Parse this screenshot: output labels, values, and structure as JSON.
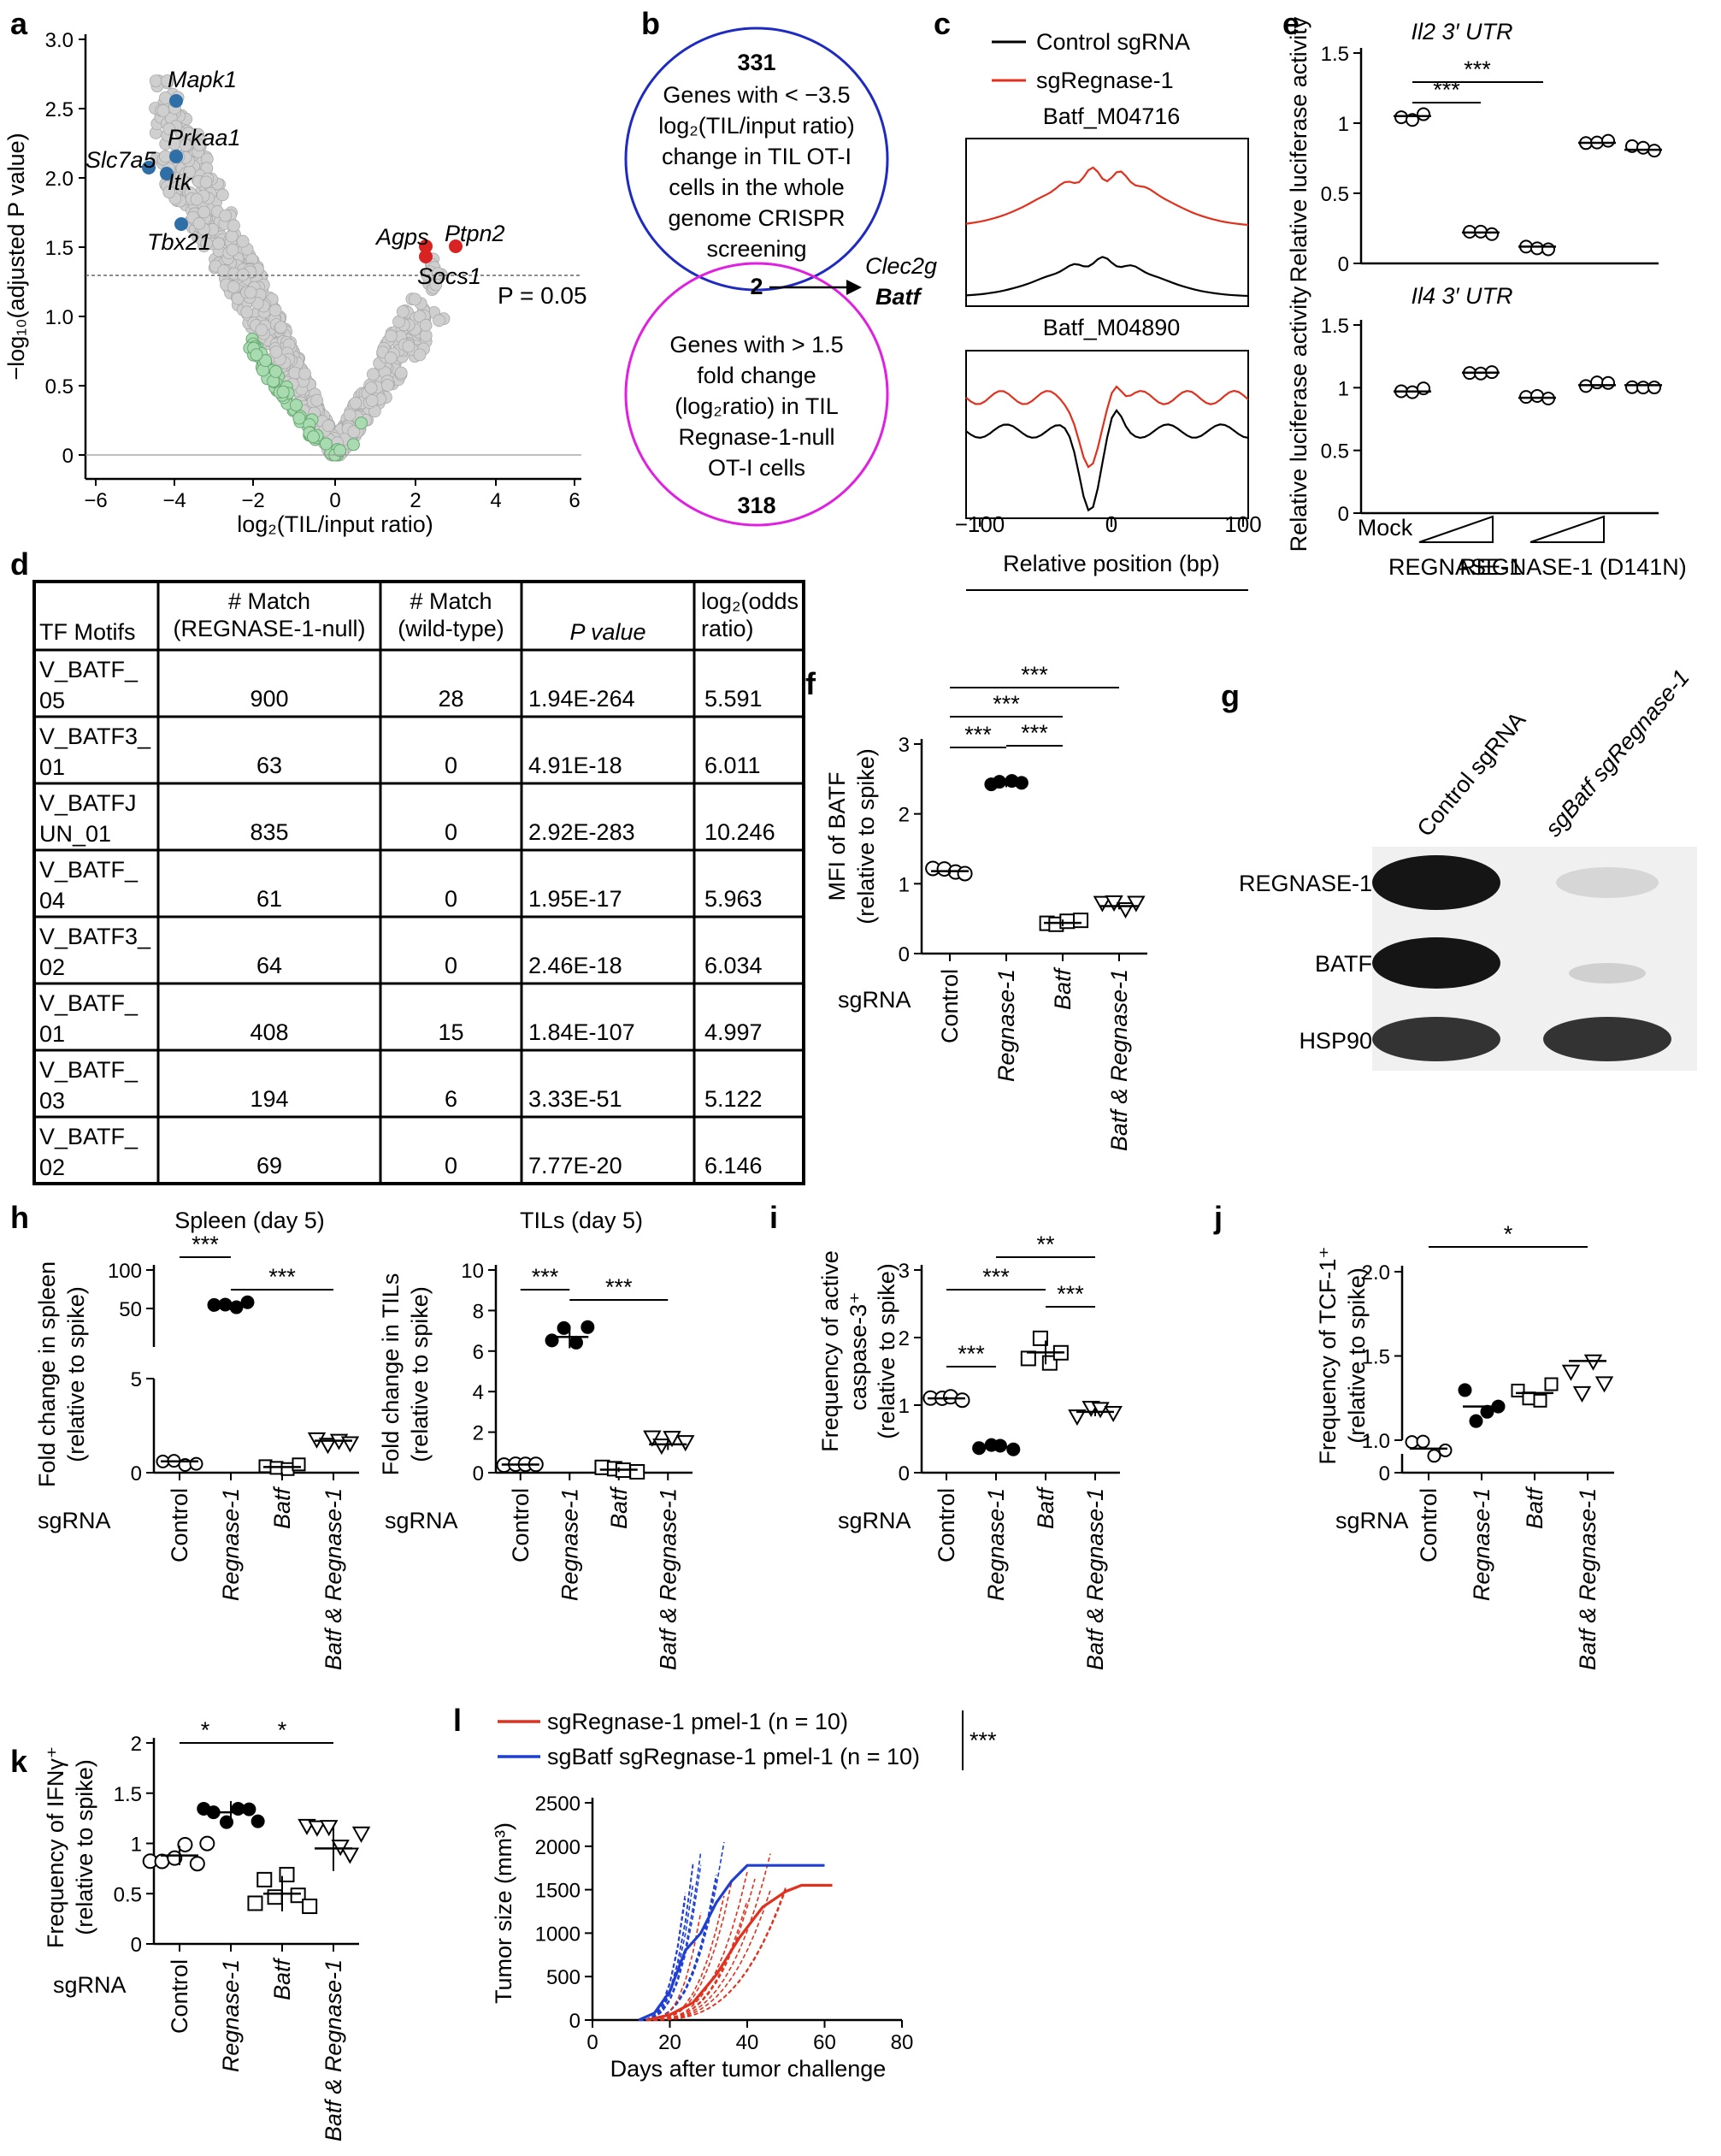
{
  "a": {
    "label": "a",
    "xlabel": "log₂(TIL/input ratio)",
    "ylabel": "−log₁₀(adjusted P value)",
    "xticks": [
      "−6",
      "−4",
      "−2",
      "0",
      "2",
      "4",
      "6"
    ],
    "yticks": [
      "0",
      "0.5",
      "1.0",
      "1.5",
      "2.0",
      "2.5",
      "3.0"
    ],
    "threshold": "P = 0.05",
    "genes": [
      "Mapk1",
      "Prkaa1",
      "Slc7a5",
      "Itk",
      "Tbx21",
      "Agps",
      "Ptpn2",
      "Socs1"
    ],
    "colors": {
      "grey": "#bfbfbf",
      "green": "#a8dcb0",
      "blue": "#2f6fa8",
      "red": "#d92323"
    }
  },
  "b": {
    "label": "b",
    "top_count": "331",
    "top_text": [
      "Genes with < −3.5",
      "log₂(TIL/input ratio)",
      "change in TIL OT-I",
      "cells in the whole",
      "genome CRISPR",
      "screening"
    ],
    "overlap": "2",
    "bottom_text": [
      "Genes with > 1.5",
      "fold change",
      "(log₂ratio) in TIL",
      "Regnase-1-null",
      "OT-I cells"
    ],
    "bottom_count": "318",
    "genes": [
      "Clec2g",
      "Batf"
    ],
    "colors": {
      "top": "#1f2bc0",
      "bottom": "#e020e0",
      "overlap": "#e00000"
    }
  },
  "c": {
    "label": "c",
    "legend": [
      "Control sgRNA",
      "sgRegnase-1"
    ],
    "panels": [
      "Batf_M04716",
      "Batf_M04890"
    ],
    "xticks": [
      "−100",
      "0",
      "100"
    ],
    "xlabel": "Relative position (bp)"
  },
  "d": {
    "label": "d",
    "headers": [
      "TF Motifs",
      "# Match (REGNASE-1-null)",
      "# Match (wild-type)",
      "P value",
      "log₂(odds ratio)"
    ],
    "rows": [
      [
        "V_BATF_05",
        "900",
        "28",
        "1.94E-264",
        "5.591"
      ],
      [
        "V_BATF3_01",
        "63",
        "0",
        "4.91E-18",
        "6.011"
      ],
      [
        "V_BATFJUN_01",
        "835",
        "0",
        "2.92E-283",
        "10.246"
      ],
      [
        "V_BATF_04",
        "61",
        "0",
        "1.95E-17",
        "5.963"
      ],
      [
        "V_BATF3_02",
        "64",
        "0",
        "2.46E-18",
        "6.034"
      ],
      [
        "V_BATF_01",
        "408",
        "15",
        "1.84E-107",
        "4.997"
      ],
      [
        "V_BATF_03",
        "194",
        "6",
        "3.33E-51",
        "5.122"
      ],
      [
        "V_BATF_02",
        "69",
        "0",
        "7.77E-20",
        "6.146"
      ]
    ]
  },
  "e": {
    "label": "e",
    "top_title": "Il2 3′ UTR",
    "bottom_title": "Il4 3′ UTR",
    "ylabel": "Relative luciferase activity",
    "yticks_top": [
      "0",
      "0.5",
      "1",
      "1.5"
    ],
    "yticks_bottom": [
      "0",
      "0.5",
      "1",
      "1.5"
    ],
    "groups": [
      "Mock",
      "REGNASE-1",
      "REGNASE-1 (D141N)"
    ],
    "top_values": [
      1.05,
      0.22,
      0.12,
      0.86,
      0.81
    ],
    "bottom_values": [
      0.97,
      1.12,
      0.92,
      1.02,
      1.02
    ],
    "sig": [
      "***",
      "***"
    ]
  },
  "f": {
    "label": "f",
    "ylabel": [
      "MFI of BATF",
      "(relative to spike)"
    ],
    "yticks": [
      "0",
      "1",
      "2",
      "3"
    ],
    "xlabel": "sgRNA",
    "categories": [
      "Control",
      "Regnase-1",
      "Batf",
      "Batf & Regnase-1"
    ],
    "means": [
      1.18,
      2.43,
      0.44,
      0.68
    ],
    "sig": [
      "***",
      "***",
      "***",
      "***"
    ]
  },
  "g": {
    "label": "g",
    "lanes": [
      "Control sgRNA",
      "sgBatf sgRegnase-1"
    ],
    "bands": [
      "REGNASE-1",
      "BATF",
      "HSP90"
    ]
  },
  "h": {
    "label": "h",
    "spleen_title": "Spleen (day 5)",
    "til_title": "TILs (day 5)",
    "spleen_ylabel": [
      "Fold change in spleen",
      "(relative to spike)"
    ],
    "til_ylabel": [
      "Fold change in TILs",
      "(relative to spike)"
    ],
    "spleen_yticks": [
      "0",
      "5",
      "50",
      "100"
    ],
    "til_yticks": [
      "0",
      "2",
      "4",
      "6",
      "8",
      "10"
    ],
    "xlabel": "sgRNA",
    "categories": [
      "Control",
      "Regnase-1",
      "Batf",
      "Batf & Regnase-1"
    ],
    "spleen_means": [
      0.6,
      55,
      0.3,
      1.7
    ],
    "til_means": [
      0.4,
      6.7,
      0.15,
      1.4
    ],
    "sig": [
      "***",
      "***"
    ]
  },
  "i": {
    "label": "i",
    "ylabel": [
      "Frequency of active",
      "caspase-3⁺",
      "(relative to spike)"
    ],
    "yticks": [
      "0",
      "1",
      "2",
      "3"
    ],
    "xlabel": "sgRNA",
    "categories": [
      "Control",
      "Regnase-1",
      "Batf",
      "Batf & Regnase-1"
    ],
    "means": [
      1.1,
      0.38,
      1.78,
      0.9
    ],
    "sig": [
      "**",
      "***",
      "***",
      "***"
    ]
  },
  "j": {
    "label": "j",
    "ylabel": [
      "Frequency of TCF-1⁺",
      "(relative to spike)"
    ],
    "yticks": [
      "0",
      "1.0",
      "1.5",
      "2.0"
    ],
    "xlabel": "sgRNA",
    "categories": [
      "Control",
      "Regnase-1",
      "Batf",
      "Batf & Regnase-1"
    ],
    "means": [
      0.95,
      1.2,
      1.28,
      1.47
    ],
    "sig": [
      "*"
    ]
  },
  "k": {
    "label": "k",
    "ylabel": [
      "Frequency of IFNγ⁺",
      "(relative to spike)"
    ],
    "yticks": [
      "0",
      "0.5",
      "1",
      "1.5",
      "2"
    ],
    "xlabel": "sgRNA",
    "categories": [
      "Control",
      "Regnase-1",
      "Batf",
      "Batf & Regnase-1"
    ],
    "means": [
      0.88,
      1.31,
      0.5,
      0.95
    ],
    "sig": [
      "*",
      "*"
    ]
  },
  "l": {
    "label": "l",
    "legend": [
      "sgRegnase-1 pmel-1 (n = 10)",
      "sgBatf sgRegnase-1 pmel-1 (n = 10)"
    ],
    "sig": "***",
    "ylabel": "Tumor size (mm³)",
    "xlabel": "Days after tumor challenge",
    "yticks": [
      "0",
      "500",
      "1000",
      "1500",
      "2000",
      "2500"
    ],
    "xticks": [
      "0",
      "20",
      "40",
      "60",
      "80"
    ],
    "colors": {
      "red": "#e0301e",
      "blue": "#1f3fd0"
    }
  }
}
